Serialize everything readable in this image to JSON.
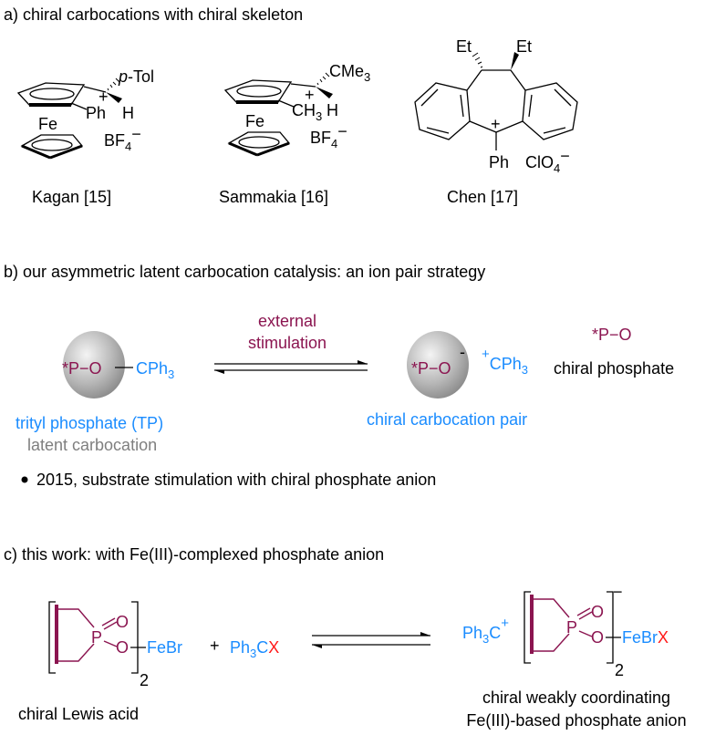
{
  "section_a": {
    "title": "a) chiral carbocations with chiral skeleton",
    "kagan": {
      "substituent": "p",
      "substituent2": "-Tol",
      "ph": "Ph",
      "plus": "+",
      "h": "H",
      "fe": "Fe",
      "anion": "BF",
      "anion_sub": "4",
      "anion_charge": "−",
      "label": "Kagan [15]"
    },
    "sammakia": {
      "substituent": "CMe",
      "substituent_sub": "3",
      "ch": "CH",
      "ch_sub": "3",
      "plus": "+",
      "h": "H",
      "fe": "Fe",
      "anion": "BF",
      "anion_sub": "4",
      "anion_charge": "−",
      "label": "Sammakia [16]"
    },
    "chen": {
      "et1": "Et",
      "et2": "Et",
      "plus": "+",
      "ph": "Ph",
      "anion": "ClO",
      "anion_sub": "4",
      "anion_charge": "−",
      "label": "Chen [17]"
    }
  },
  "section_b": {
    "title": "b) our asymmetric latent carbocation catalysis: an ion pair strategy",
    "left_po": "*P−O",
    "left_cph": "CPh",
    "left_cph_sub": "3",
    "arrow_label_1": "external",
    "arrow_label_2": "stimulation",
    "right_po": "*P−O",
    "right_minus": "-",
    "right_plus": "+",
    "right_cph": "CPh",
    "right_cph_sub": "3",
    "legend_symbol": "*P−O",
    "legend_text": "chiral phosphate",
    "tp_label": "trityl phosphate (TP)",
    "tp_sublabel": "latent carbocation",
    "pair_label": "chiral carbocation pair",
    "bullet_text": "2015, substrate stimulation with chiral phosphate anion"
  },
  "section_c": {
    "title": "c) this work: with Fe(III)-complexed phosphate anion",
    "p": "P",
    "o": "O",
    "febr": "FeBr",
    "x": "X",
    "sub2": "2",
    "plus_sign": "+",
    "ph3c": "Ph",
    "ph3c_sub": "3",
    "ph3c_c": "C",
    "cation_plus": "+",
    "anion_minus": "−",
    "left_label": "chiral Lewis acid",
    "right_label_1": "chiral weakly coordinating",
    "right_label_2": "Fe(III)-based phosphate anion"
  },
  "colors": {
    "blue": "#1a8cff",
    "maroon": "#8b1550",
    "red": "#ff1a1a",
    "gray": "#7f7f7f"
  }
}
